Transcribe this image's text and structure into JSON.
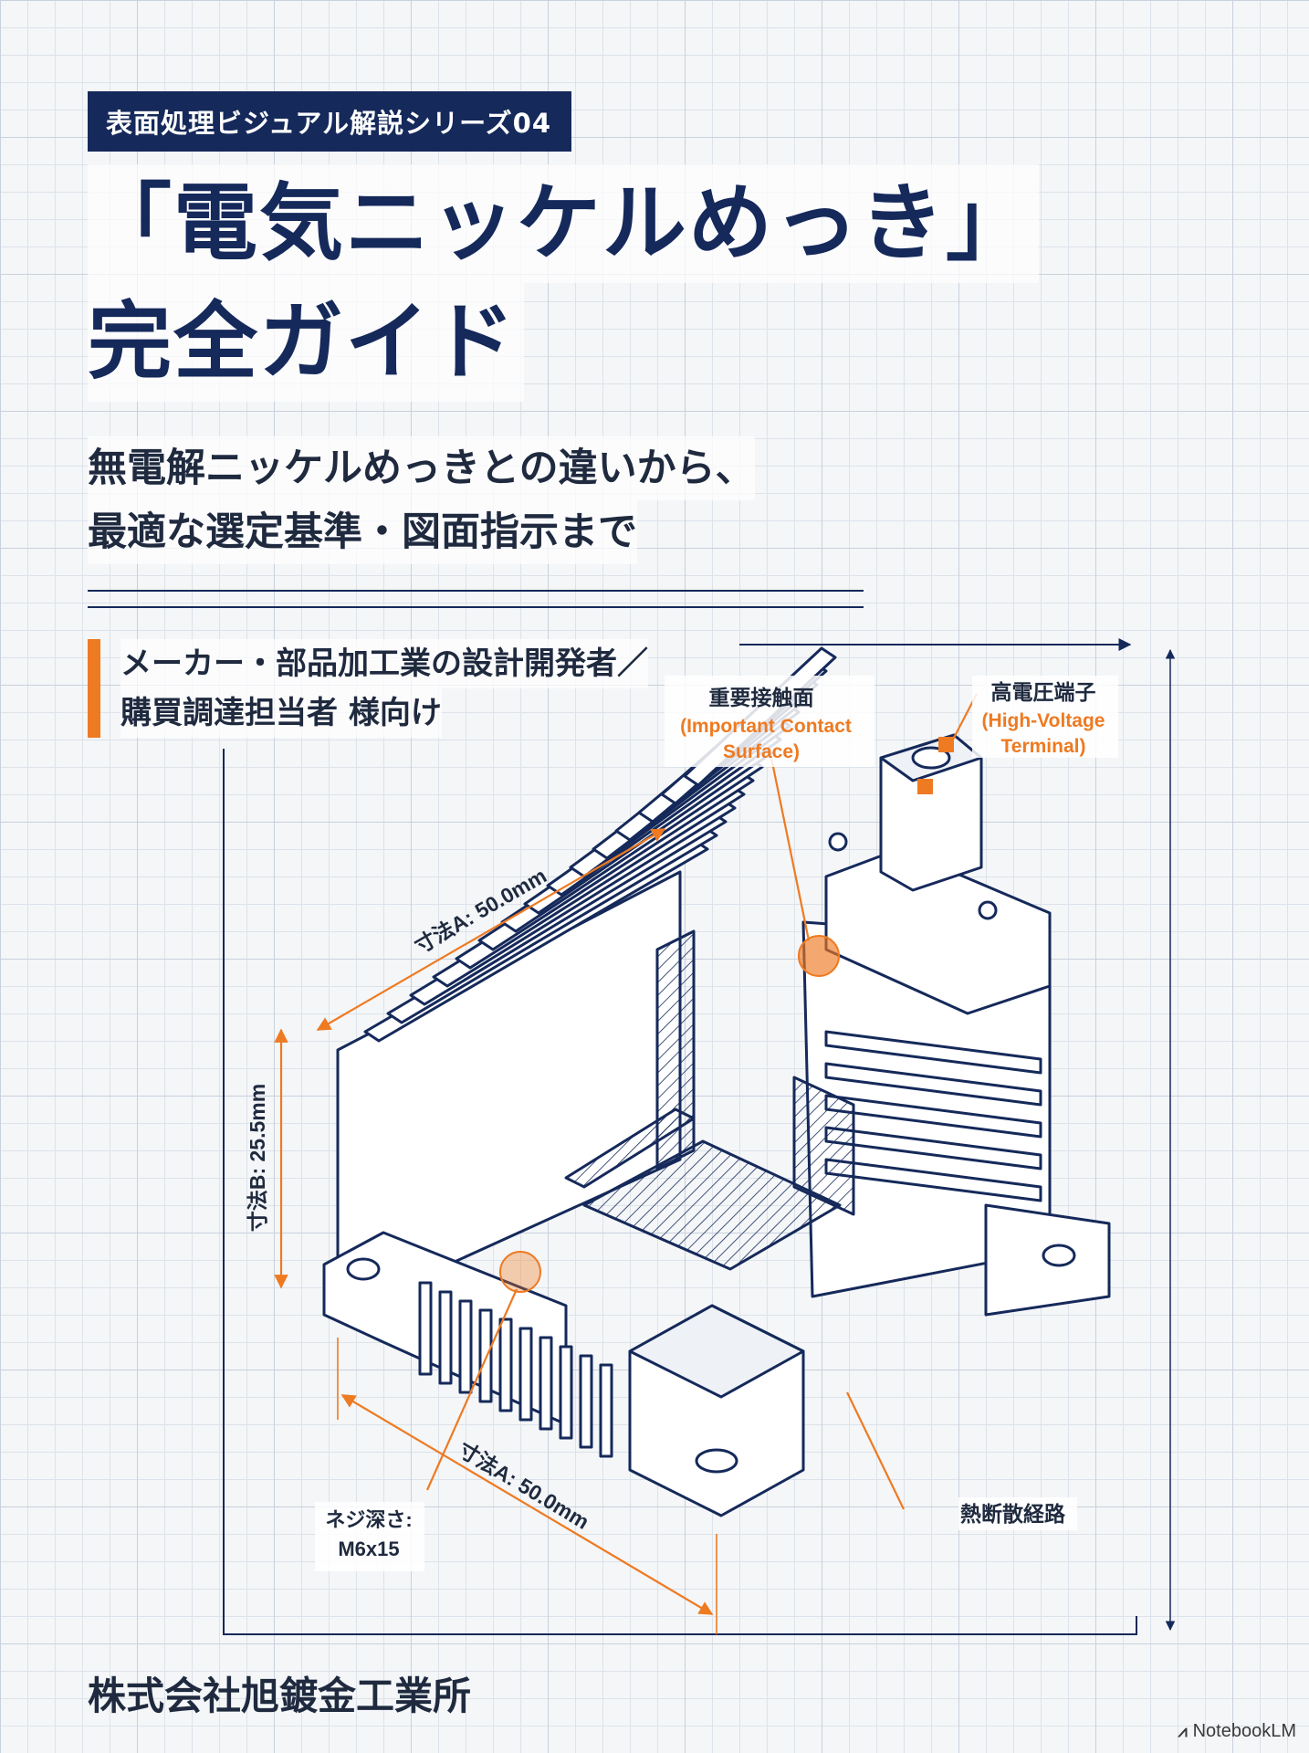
{
  "series_tag": "表面処理ビジュアル解説シリーズ04",
  "title": {
    "line1": "「電気ニッケルめっき」",
    "line2": "完全ガイド"
  },
  "subtitle": {
    "line1": "無電解ニッケルめっきとの違いから、",
    "line2": "最適な選定基準・図面指示まで"
  },
  "audience": {
    "line1": "メーカー・部品加工業の設計開発者／",
    "line2": "購買調達担当者 様向け"
  },
  "labels": {
    "contact_surface_jp": "重要接触面",
    "contact_surface_en1": "(Important Contact",
    "contact_surface_en2": "Surface)",
    "terminal_jp": "高電圧端子",
    "terminal_en1": "(High-Voltage",
    "terminal_en2": "Terminal)",
    "dim_a_top": "寸法A: 50.0mm",
    "dim_b": "寸法B: 25.5mm",
    "dim_a_bottom": "寸法A: 50.0mm",
    "thread_1": "ネジ深さ:",
    "thread_2": "M6x15",
    "heat_path": "熱断散経路"
  },
  "colors": {
    "navy": "#15295a",
    "orange": "#ee7a22"
  },
  "company": "株式会社旭鍍金工業所",
  "brand": {
    "icon": "notebooklm-logo-icon",
    "name": "NotebookLM"
  }
}
